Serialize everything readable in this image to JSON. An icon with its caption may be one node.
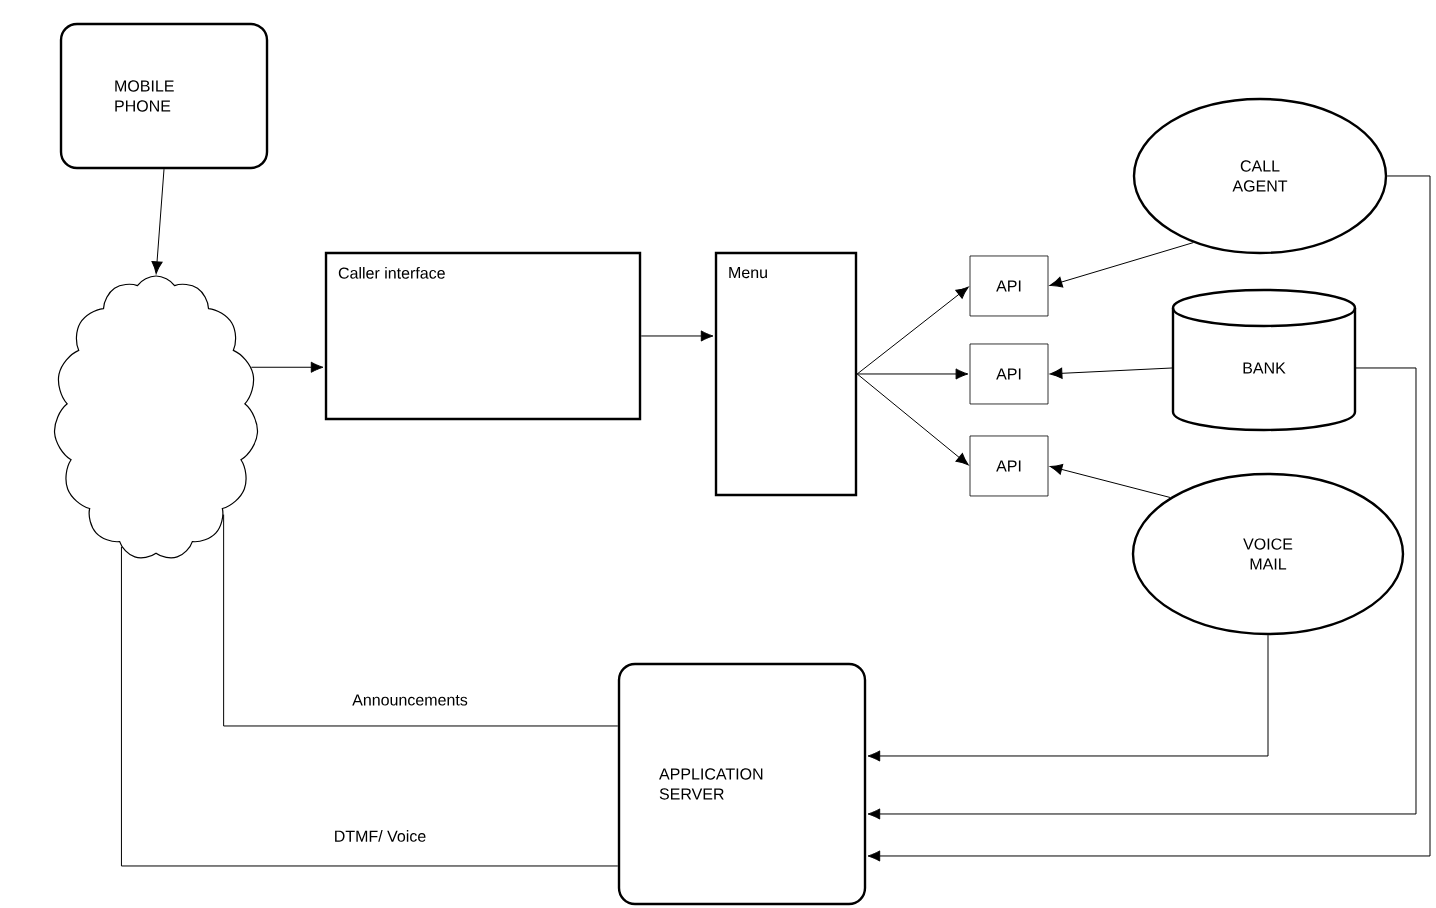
{
  "diagram": {
    "nodes": [
      {
        "text": [
          "MOBILE PHONE"
        ]
      },
      {
        "text": [],
        "shape": "cloud"
      },
      {
        "text": [
          "Caller interface"
        ]
      },
      {
        "text": [
          "Menu"
        ]
      },
      {
        "text": [
          "API"
        ]
      },
      {
        "text": [
          "API"
        ]
      },
      {
        "text": [
          "API"
        ]
      },
      {
        "text": [
          "CALL AGENT"
        ]
      },
      {
        "text": [
          "BANK"
        ]
      },
      {
        "text": [
          "VOICE MAIL"
        ]
      },
      {
        "text": [
          "APPLICATION SERVER"
        ]
      }
    ],
    "edges": [
      {
        "from": 0,
        "to": 1,
        "arrow": "to"
      },
      {
        "from": 1,
        "to": 2,
        "arrow": "to"
      },
      {
        "from": 2,
        "to": 3,
        "arrow": "to"
      },
      {
        "from": 3,
        "to": 4,
        "arrow": "to"
      },
      {
        "from": 3,
        "to": 5,
        "arrow": "to"
      },
      {
        "from": 3,
        "to": 6,
        "arrow": "to"
      },
      {
        "from": 7,
        "to": 4,
        "arrow": "to"
      },
      {
        "from": 8,
        "to": 5,
        "arrow": "to"
      },
      {
        "from": 9,
        "to": 6,
        "arrow": "to"
      },
      {
        "from": 9,
        "to": 10,
        "arrow": "to"
      },
      {
        "from": 8,
        "to": 10,
        "arrow": "to"
      },
      {
        "from": 7,
        "to": 10,
        "arrow": "to"
      },
      {
        "from": 10,
        "to": 1,
        "arrow": "none",
        "label": "Announcements"
      },
      {
        "from": 10,
        "to": 1,
        "arrow": "none",
        "label": "DTMF/ Voice"
      }
    ]
  }
}
